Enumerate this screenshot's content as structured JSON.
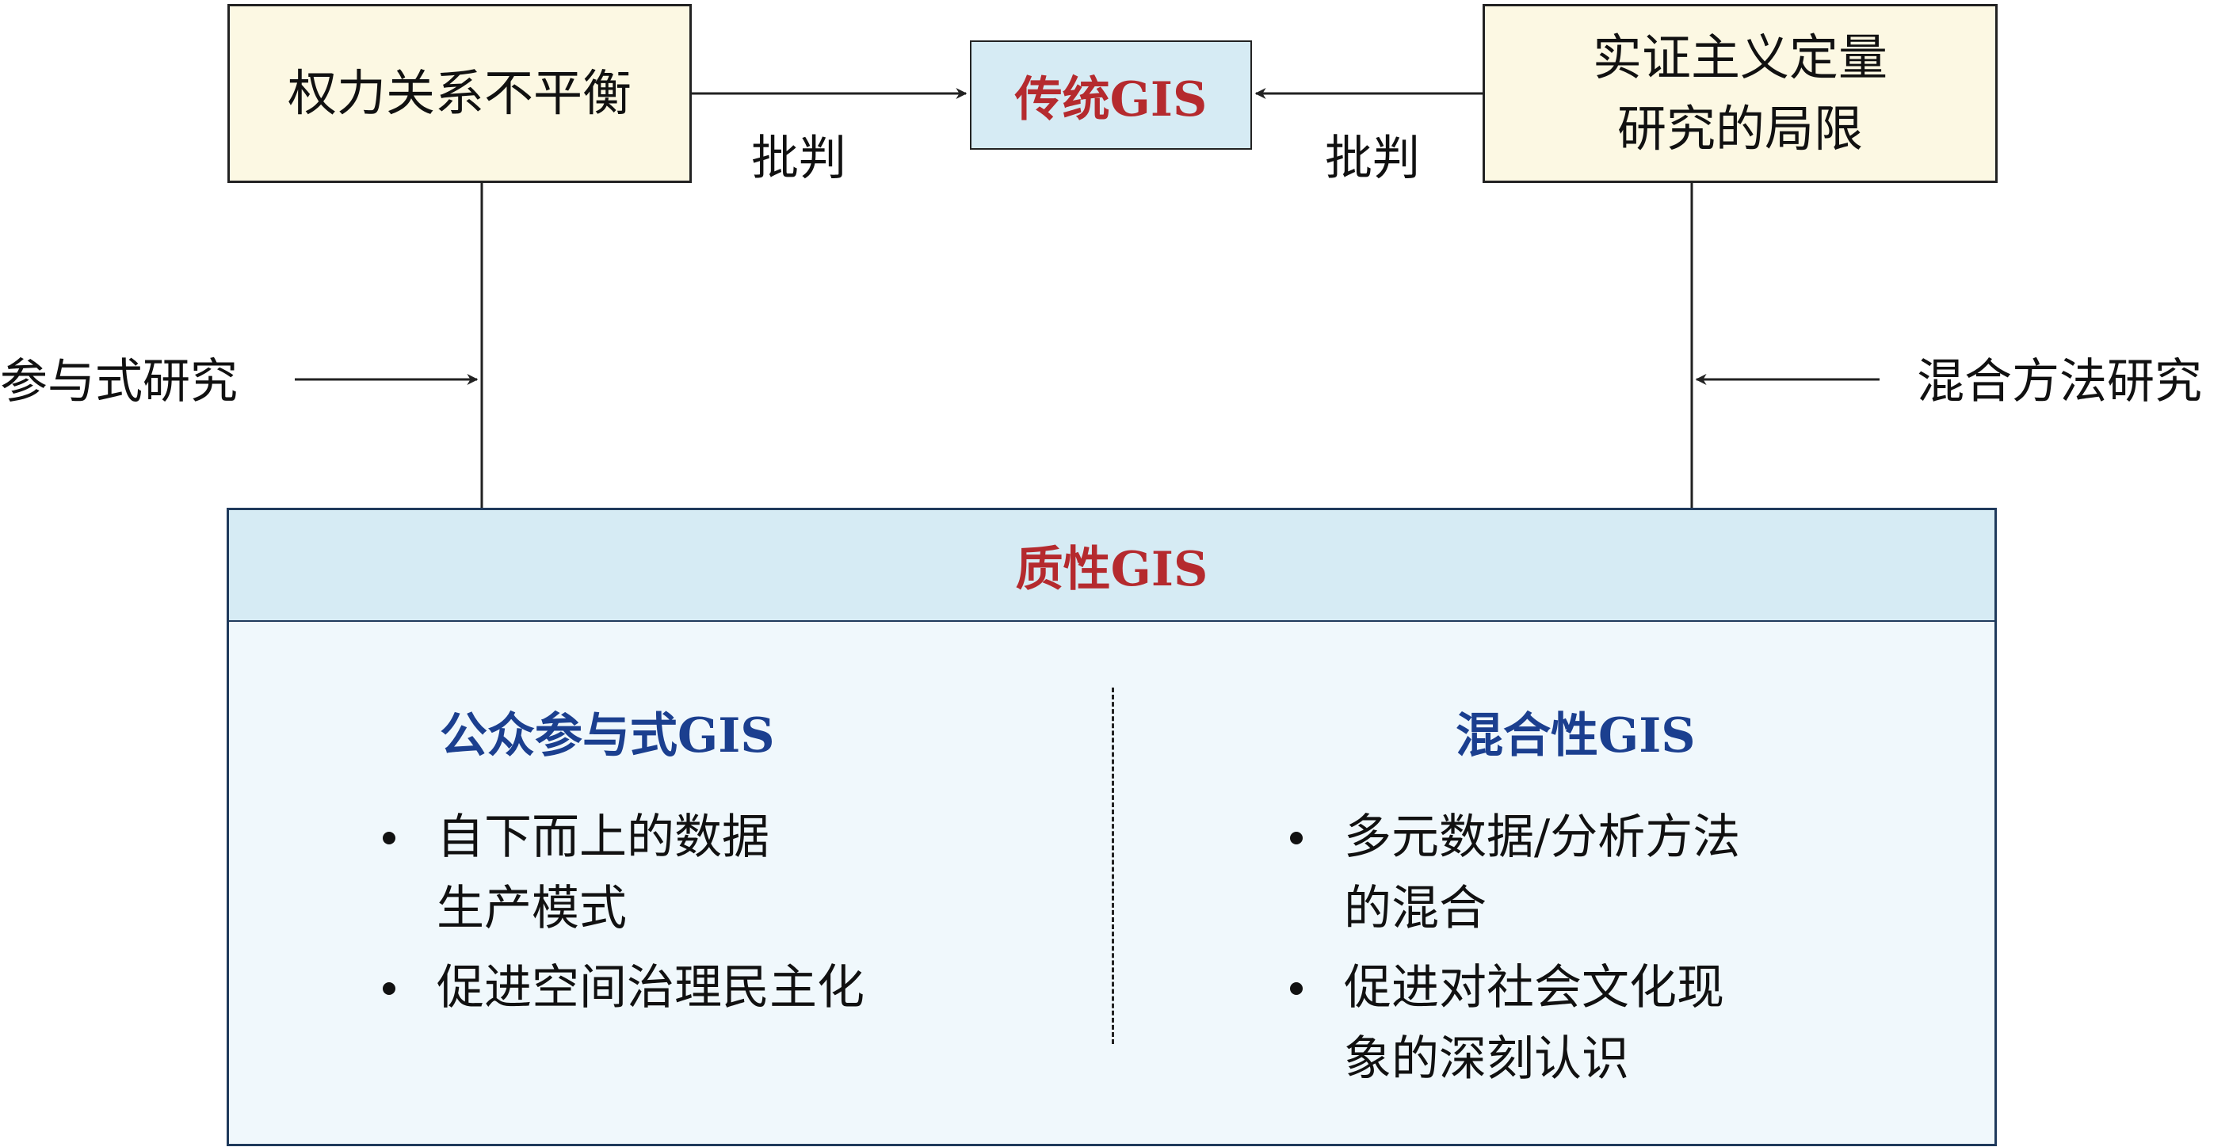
{
  "nodes": {
    "power_imbalance": "权力关系不平衡",
    "traditional_gis": "传统GIS",
    "positivism_line1": "实证主义定量",
    "positivism_line2": "研究的局限",
    "qualitative_gis": "质性GIS"
  },
  "edge_labels": {
    "critique_left": "批判",
    "critique_right": "批判",
    "participatory_research": "参与式研究",
    "mixed_methods_research": "混合方法研究"
  },
  "qualitative_panel": {
    "left": {
      "title": "公众参与式GIS",
      "bullets": [
        {
          "line1": "自下而上的数据",
          "line2": "生产模式"
        },
        {
          "line1": "促进空间治理民主化",
          "line2": ""
        }
      ]
    },
    "right": {
      "title": "混合性GIS",
      "bullets": [
        {
          "line1": "多元数据/分析方法",
          "line2": "的混合"
        },
        {
          "line1": "促进对社会文化现",
          "line2": "象的深刻认识"
        }
      ]
    }
  },
  "colors": {
    "top_box_fill": "#fcf8e3",
    "blue_fill": "#d6ebf4",
    "panel_fill": "#f0f8fc",
    "red_text": "#b52a2e",
    "blue_text": "#1b3f8f"
  }
}
